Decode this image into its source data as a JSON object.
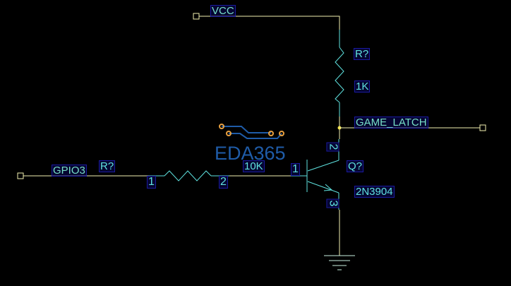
{
  "schematic": {
    "power": {
      "vcc_label": "VCC"
    },
    "nets": {
      "game_latch": "GAME_LATCH",
      "gpio3": "GPIO3"
    },
    "components": {
      "r_pullup": {
        "designator": "R?",
        "value": "1K"
      },
      "r_base": {
        "designator": "R?",
        "value": "10K",
        "pin1": "1",
        "pin2": "2"
      },
      "q1": {
        "designator": "Q?",
        "value": "2N3904",
        "pin_base": "1",
        "pin_collector": "2",
        "pin_emitter": "3"
      }
    },
    "watermark": {
      "text": "EDA365"
    },
    "colors": {
      "background": "#000000",
      "wire": "#f2f0b0",
      "component": "#5fe3e0",
      "junction": "#f5e650",
      "watermark": "#1f5ca8",
      "watermark_dots": "#e8a040"
    }
  }
}
